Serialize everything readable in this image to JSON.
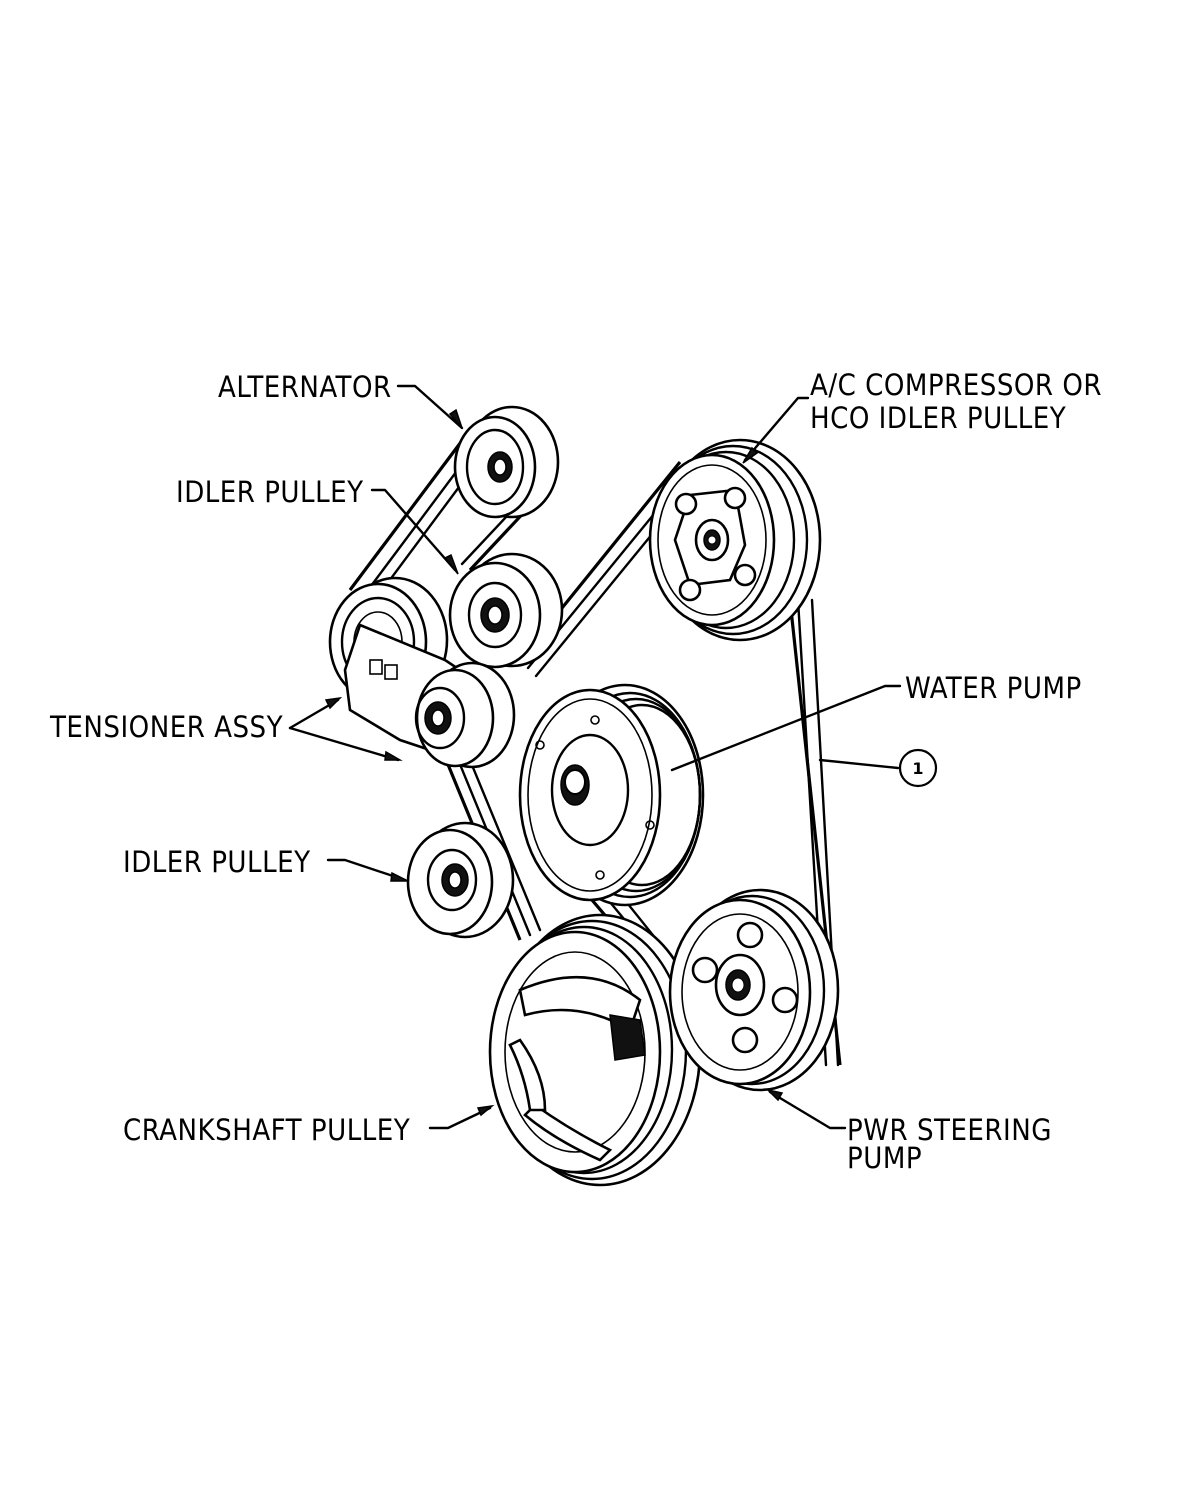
{
  "labels": {
    "alternator": "ALTERNATOR",
    "idler_upper": "IDLER PULLEY",
    "tensioner": "TENSIONER ASSY",
    "idler_lower": "IDLER PULLEY",
    "crankshaft": "CRANKSHAFT PULLEY",
    "ac_line1": "A/C COMPRESSOR OR",
    "ac_line2": "HCO IDLER PULLEY",
    "water_pump": "WATER PUMP",
    "ps_line1": "PWR STEERING",
    "ps_line2": "PUMP"
  },
  "callout": {
    "number": "1"
  }
}
